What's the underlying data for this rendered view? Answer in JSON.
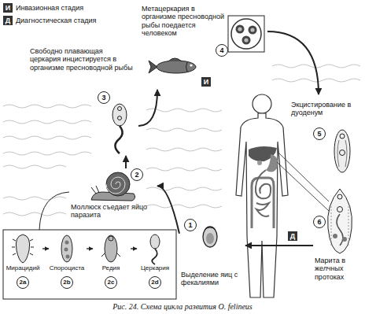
{
  "diagram": {
    "caption": "Рис. 24. Схема цикла развития O. felineus",
    "nodes": [
      {
        "text": [
          "4",
          "Метацеркария в организме пресноводной рыбы поедается человеком"
        ]
      },
      {
        "text": [
          "3",
          "Свободно плавающая церкария инцистируется в организме пресноводной рыбы"
        ]
      },
      {
        "text": [
          "5",
          "Экцистирование в дуоденум"
        ]
      },
      {
        "text": [
          "2",
          "Моллюск съедает яйцо паразита"
        ]
      },
      {
        "text": [
          "6",
          "Марита в желчных протоках"
        ]
      },
      {
        "text": [
          "1",
          "Выделение яиц с фекалиями"
        ]
      },
      {
        "text": [
          "Мирацидий",
          "2a"
        ]
      },
      {
        "text": [
          "Спороциста",
          "2b"
        ]
      },
      {
        "text": [
          "Редия",
          "2c"
        ]
      },
      {
        "text": [
          "Церкария",
          "2d"
        ]
      }
    ],
    "edges": [
      {
        "from": 5,
        "to": 3,
        "arrow": "to"
      },
      {
        "from": 3,
        "to": 1,
        "arrow": "to"
      },
      {
        "from": 1,
        "to": 0,
        "arrow": "to"
      },
      {
        "from": 0,
        "to": 2,
        "arrow": "to"
      },
      {
        "from": 4,
        "to": 5,
        "arrow": "to"
      },
      {
        "from": 6,
        "to": 7,
        "arrow": "to"
      },
      {
        "from": 7,
        "to": 8,
        "arrow": "to"
      },
      {
        "from": 8,
        "to": 9,
        "arrow": "to"
      }
    ],
    "labels": [
      "И",
      "Д",
      "И",
      "Д"
    ],
    "legend": [
      {
        "text": "Инвазионная стадия",
        "color": "#333333"
      },
      {
        "text": "Диагностическая стадия",
        "color": "#333333"
      }
    ]
  }
}
